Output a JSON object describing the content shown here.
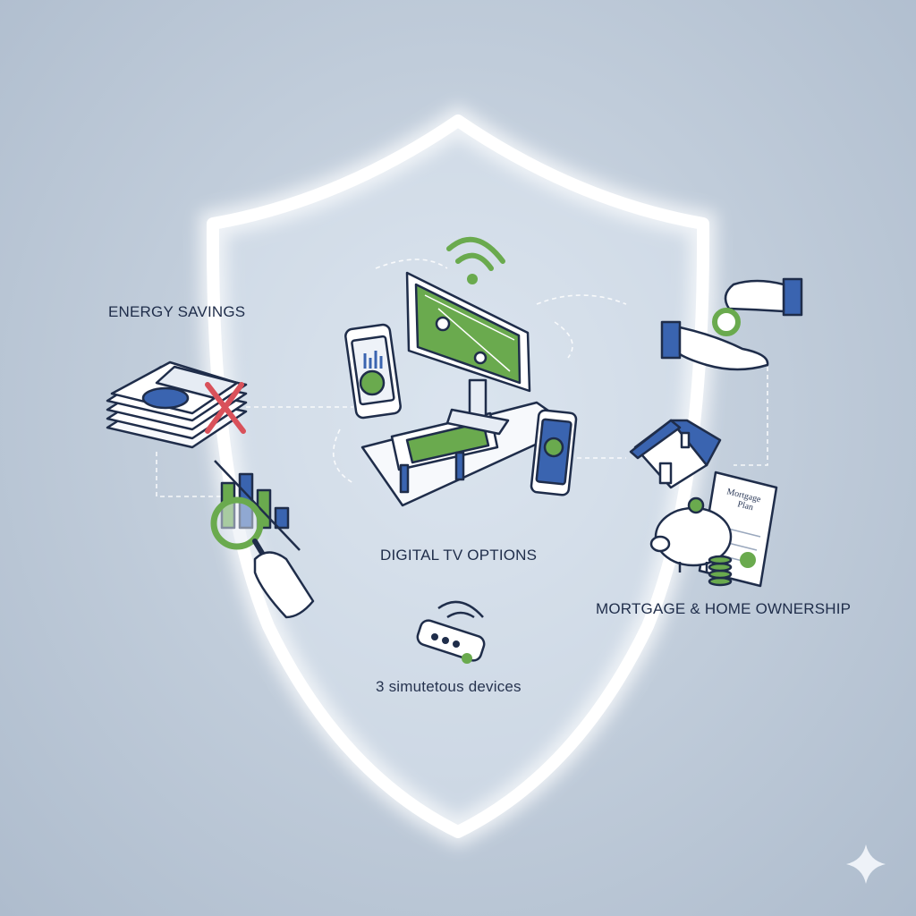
{
  "labels": {
    "energy_savings": "ENERGY SAVINGS",
    "digital_tv": "DIGITAL TV OPTIONS",
    "mortgage": "MORTGAGE & HOME OWNERSHIP",
    "devices": "3 simutetous devices"
  },
  "document": {
    "line1": "Mortgage",
    "line2": "Plan"
  },
  "colors": {
    "background": "#c0ccda",
    "shield": "#ffffff",
    "ink": "#1f2d4a",
    "green": "#6aaa4e",
    "blue": "#3a64b0",
    "red": "#d9515a"
  },
  "icons": [
    "shield-outline-icon",
    "wifi-icon",
    "computer-monitor-icon",
    "tablet-chart-icon",
    "phone-icon",
    "money-stack-icon",
    "magnifier-chart-icon",
    "hands-coin-icon",
    "house-icon",
    "piggy-bank-icon",
    "mortgage-document-icon",
    "remote-control-icon",
    "sparkle-icon"
  ]
}
